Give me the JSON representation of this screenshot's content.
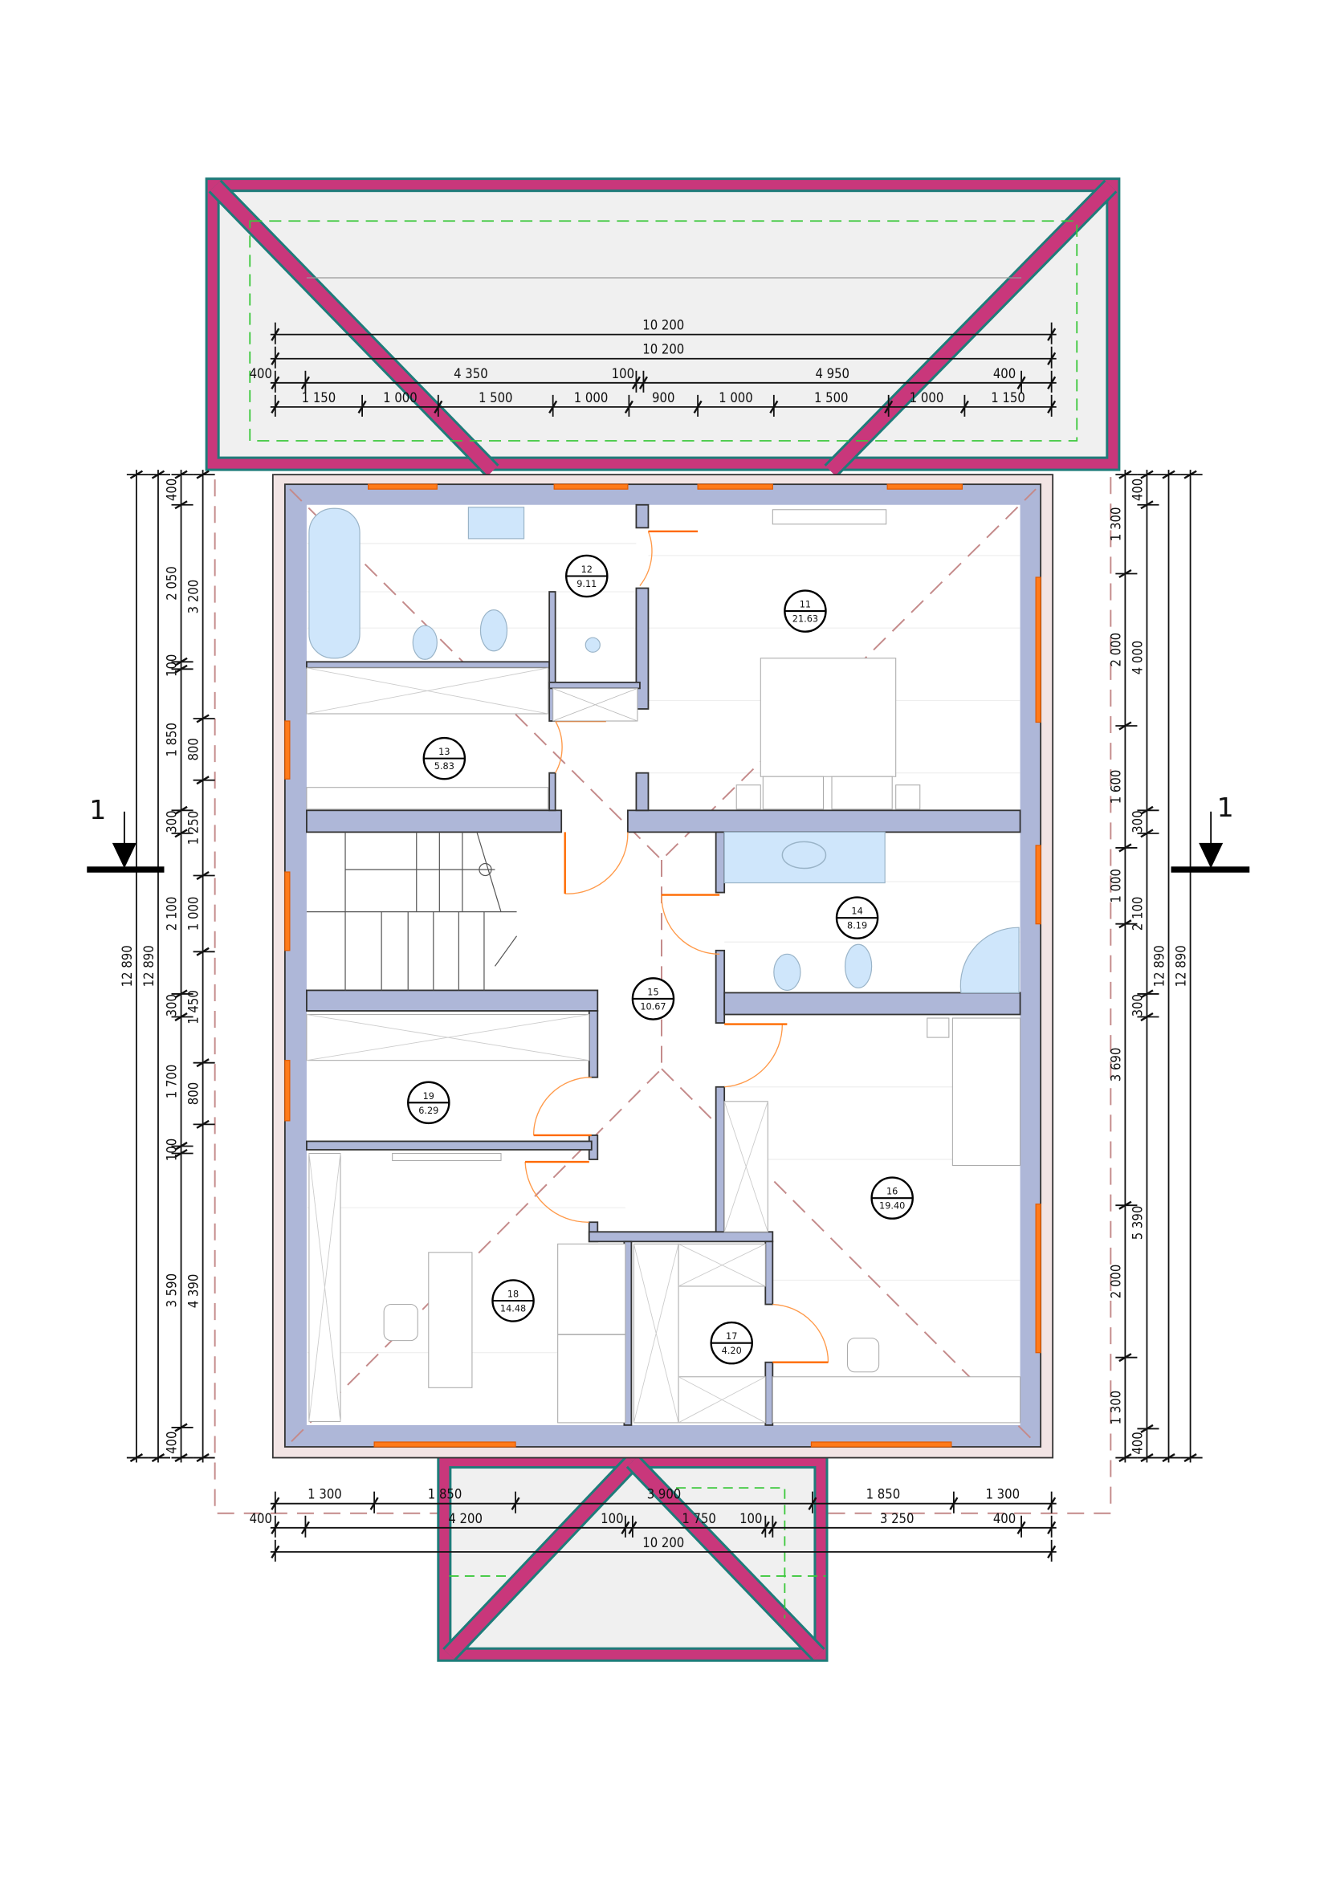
{
  "section_marker": {
    "left": "1",
    "right": "1"
  },
  "rooms": [
    {
      "number": "11",
      "area": "21.63"
    },
    {
      "number": "12",
      "area": "9.11"
    },
    {
      "number": "13",
      "area": "5.83"
    },
    {
      "number": "14",
      "area": "8.19"
    },
    {
      "number": "15",
      "area": "10.67"
    },
    {
      "number": "16",
      "area": "19.40"
    },
    {
      "number": "17",
      "area": "4.20"
    },
    {
      "number": "18",
      "area": "14.48"
    },
    {
      "number": "19",
      "area": "6.29"
    }
  ],
  "dimensions": {
    "top": {
      "overall_1": "10 200",
      "overall_2": "10 200",
      "chain_1": [
        "400",
        "4 350",
        "100",
        "4 950",
        "400"
      ],
      "chain_2": [
        "1 150",
        "1 000",
        "1 500",
        "1 000",
        "900",
        "1 000",
        "1 500",
        "1 000",
        "1 150"
      ]
    },
    "bottom": {
      "chain_1": [
        "1 300",
        "1 850",
        "3 900",
        "1 850",
        "1 300"
      ],
      "chain_2": [
        "400",
        "4 200",
        "100",
        "1 750",
        "100",
        "3 250",
        "400"
      ],
      "overall": "10 200"
    },
    "left": {
      "overall_outer": "12 890",
      "overall_inner": "12 890",
      "chain_1": [
        "400",
        "2 050",
        "100",
        "1 850",
        "300",
        "2 100",
        "300",
        "1 700",
        "100",
        "3 590",
        "400"
      ],
      "chain_2": [
        "3 200",
        "800",
        "1 250",
        "1 000",
        "1 450",
        "800",
        "4 390"
      ]
    },
    "right": {
      "chain_1": [
        "1 300",
        "2 000",
        "1 600",
        "1 000",
        "3 690",
        "2 000",
        "1 300"
      ],
      "chain_2": [
        "400",
        "4 000",
        "300",
        "2 100",
        "300",
        "5 390",
        "400"
      ],
      "overall_inner": "12 890",
      "overall_outer": "12 890"
    }
  },
  "colors": {
    "roof": "#c9377b",
    "roof_edge": "#1e7c7a",
    "wall": "#aeb7d8",
    "window": "#ff7a1a",
    "fixture": "#cfe6fb",
    "overhang": "#c48a8a",
    "eaves_green": "#3cc83c"
  }
}
